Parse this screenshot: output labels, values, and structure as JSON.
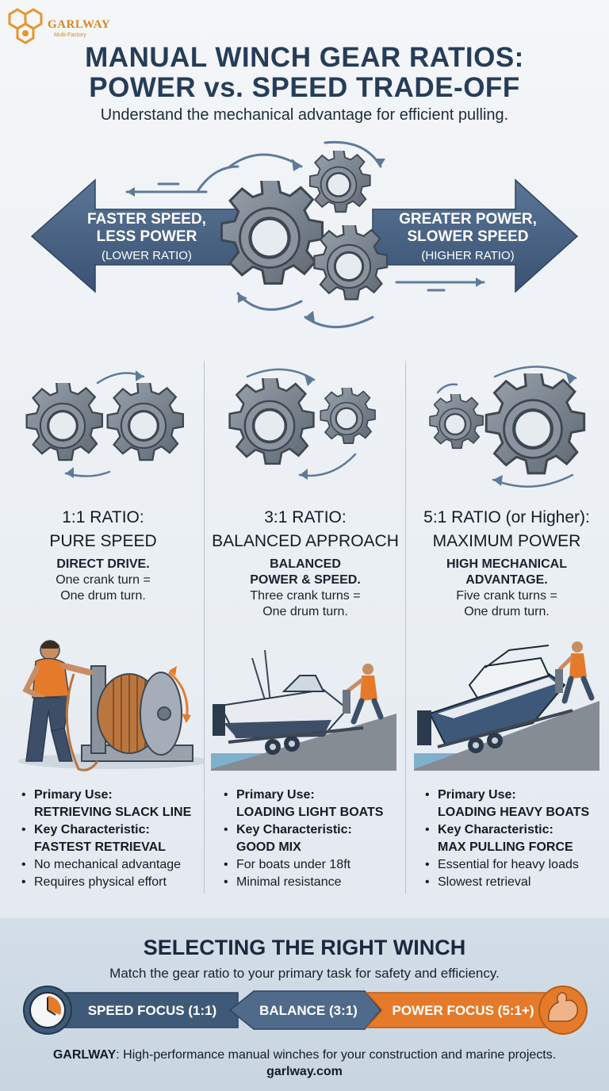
{
  "logo": {
    "name": "GARLWAY",
    "tagline": "Multi-Factory"
  },
  "header": {
    "title_line1": "MANUAL WINCH GEAR RATIOS:",
    "title_line2": "POWER vs. SPEED TRADE-OFF",
    "subtitle": "Understand the mechanical advantage for efficient pulling."
  },
  "hero": {
    "left_line1": "FASTER SPEED,",
    "left_line2": "LESS POWER",
    "left_note": "(LOWER RATIO)",
    "right_line1": "GREATER POWER,",
    "right_line2": "SLOWER SPEED",
    "right_note": "(HIGHER RATIO)"
  },
  "columns": [
    {
      "ratio": "1:1 RATIO:",
      "name": "PURE SPEED",
      "desc_bold1": "DIRECT DRIVE.",
      "desc_bold2": "",
      "desc1": "One crank turn =",
      "desc2": "One drum turn.",
      "use_label": "Primary Use:",
      "use_value": "RETRIEVING SLACK LINE",
      "char_label": "Key Characteristic:",
      "char_value": "FASTEST RETRIEVAL",
      "note1": "No mechanical advantage",
      "note2": "Requires physical effort"
    },
    {
      "ratio": "3:1 RATIO:",
      "name": "BALANCED APPROACH",
      "desc_bold1": "BALANCED",
      "desc_bold2": "POWER & SPEED.",
      "desc1": "Three crank turns =",
      "desc2": "One drum turn.",
      "use_label": "Primary Use:",
      "use_value": "LOADING LIGHT BOATS",
      "char_label": "Key Characteristic:",
      "char_value": "GOOD MIX",
      "note1": "For boats under 18ft",
      "note2": "Minimal resistance"
    },
    {
      "ratio": "5:1 RATIO (or Higher):",
      "name": "MAXIMUM POWER",
      "desc_bold1": "HIGH MECHANICAL",
      "desc_bold2": "ADVANTAGE.",
      "desc1": "Five crank turns =",
      "desc2": "One drum turn.",
      "use_label": "Primary Use:",
      "use_value": "LOADING HEAVY BOATS",
      "char_label": "Key Characteristic:",
      "char_value": "MAX PULLING FORCE",
      "note1": "Essential for heavy loads",
      "note2": "Slowest retrieval"
    }
  ],
  "selecting": {
    "title": "SELECTING THE RIGHT WINCH",
    "subtitle": "Match the gear ratio to your primary task for safety and efficiency.",
    "speed": "SPEED FOCUS (1:1)",
    "balance": "BALANCE (3:1)",
    "power": "POWER FOCUS (5:1+)"
  },
  "footer": {
    "brand": "GARLWAY",
    "text": ": High-performance manual winches for your construction and marine projects.",
    "url": "garlway.com"
  },
  "colors": {
    "navy": "#3f5a78",
    "orange": "#e57b2a",
    "gear": "#6d7783",
    "ink": "#1e2a38"
  }
}
